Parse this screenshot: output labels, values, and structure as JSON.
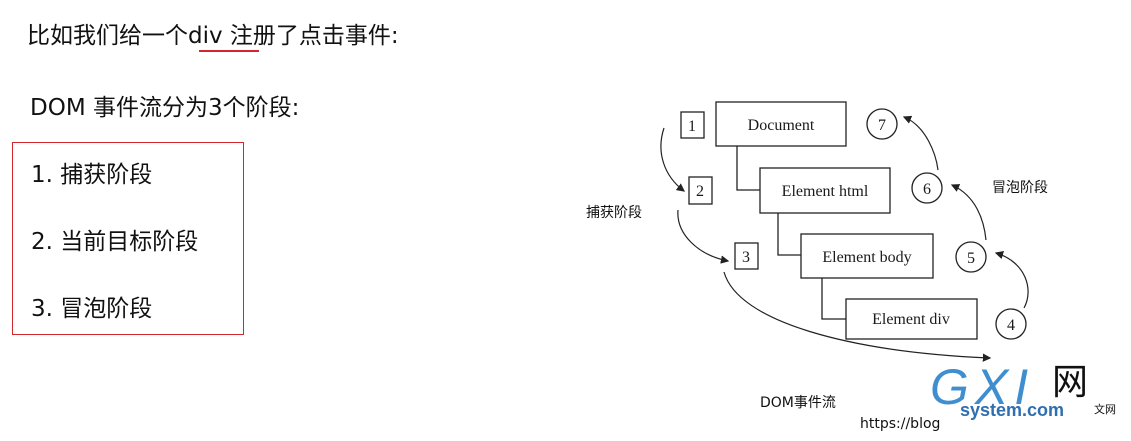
{
  "intro": {
    "before": "比如我们给一个",
    "highlight": "div",
    "after": " 注册了点击事件:"
  },
  "dom_phases_heading": "DOM 事件流分为3个阶段:",
  "phases": [
    "1. 捕获阶段",
    "2. 当前目标阶段",
    "3. 冒泡阶段"
  ],
  "diagram": {
    "nodes": [
      "Document",
      "Element html",
      "Element body",
      "Element div"
    ],
    "capture_steps": [
      "1",
      "2",
      "3"
    ],
    "bubble_steps": [
      "4",
      "5",
      "6",
      "7"
    ],
    "capture_label": "捕获阶段",
    "bubble_label": "冒泡阶段",
    "caption": "DOM事件流"
  },
  "watermark": {
    "url_fragment": "https://blog",
    "brand_letters": "GXI",
    "brand_suffix": "网",
    "brand_domain": "system.com",
    "faint_text": "文网"
  },
  "colors": {
    "accent_red": "#d0282e",
    "watermark_blue": "#3f8fd0"
  }
}
